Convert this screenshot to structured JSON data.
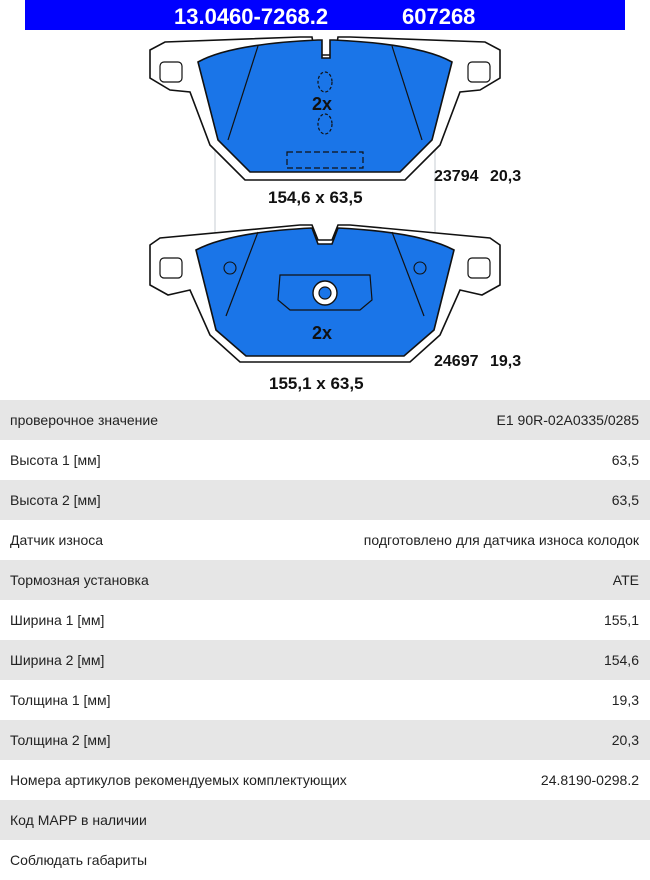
{
  "header": {
    "part_number": "13.0460-7268.2",
    "code": "607268",
    "bg_color": "#0000ff"
  },
  "pads": [
    {
      "qty": "2x",
      "dimensions": "154,6 x 63,5",
      "ref_number": "23794",
      "thickness": "20,3"
    },
    {
      "qty": "2x",
      "dimensions": "155,1 x 63,5",
      "ref_number": "24697",
      "thickness": "19,3"
    }
  ],
  "pad_color": "#1a75e8",
  "specs": [
    {
      "label": "проверочное значение",
      "value": "E1 90R-02A0335/0285"
    },
    {
      "label": "Высота 1 [мм]",
      "value": "63,5"
    },
    {
      "label": "Высота 2 [мм]",
      "value": "63,5"
    },
    {
      "label": "Датчик износа",
      "value": "подготовлено для датчика износа колодок"
    },
    {
      "label": "Тормозная установка",
      "value": "ATE"
    },
    {
      "label": "Ширина 1 [мм]",
      "value": "155,1"
    },
    {
      "label": "Ширина 2 [мм]",
      "value": "154,6"
    },
    {
      "label": "Толщина 1 [мм]",
      "value": "19,3"
    },
    {
      "label": "Толщина 2 [мм]",
      "value": "20,3"
    },
    {
      "label": "Номера артикулов рекомендуемых комплектующих",
      "value": "24.8190-0298.2"
    },
    {
      "label": "Код MAPP в наличии",
      "value": ""
    },
    {
      "label": "Соблюдать габариты",
      "value": ""
    }
  ]
}
